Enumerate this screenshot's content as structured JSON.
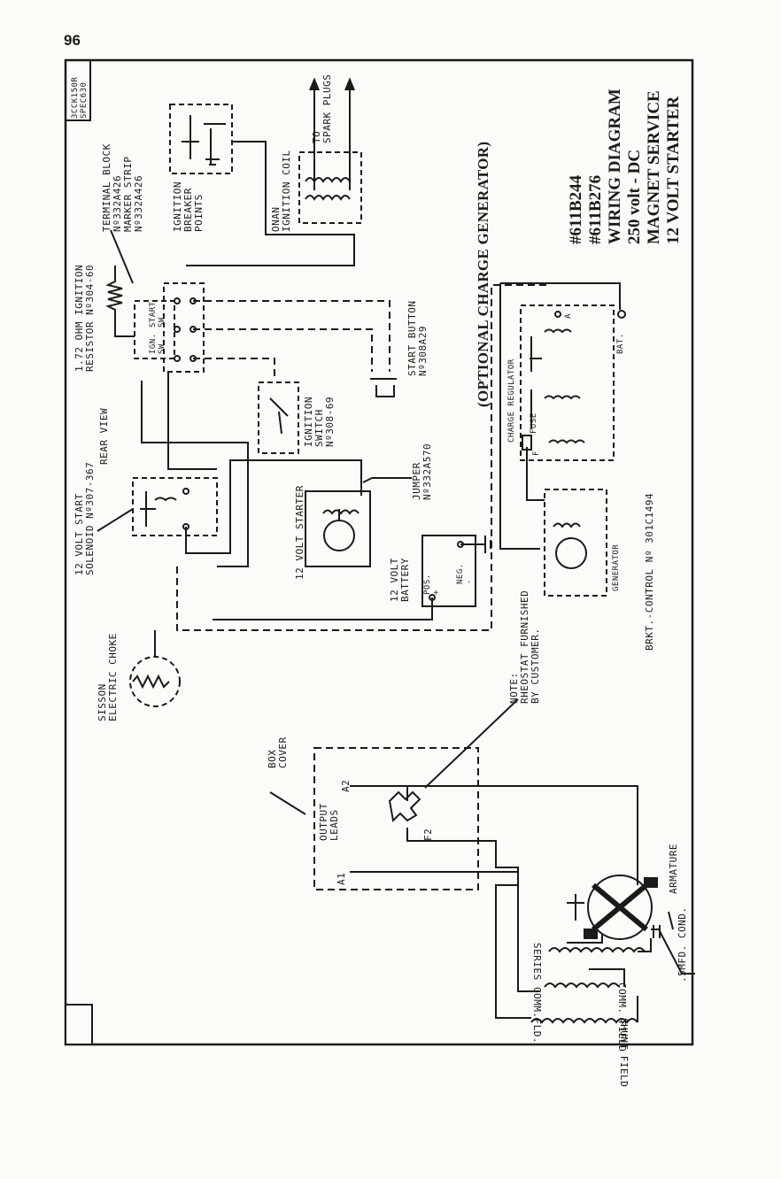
{
  "page": {
    "number": "96"
  },
  "title_block": {
    "lines": [
      "#611B244",
      "#611B276",
      "WIRING DIAGRAM",
      "250 volt - DC",
      "MAGNET SERVICE",
      "12 VOLT STARTER"
    ]
  },
  "optional_heading": "(OPTIONAL CHARGE GENERATOR)",
  "corner_code": [
    "3CCK150R",
    "SPEC630"
  ],
  "labels": {
    "terminal_block": [
      "TERMINAL BLOCK",
      "Nº332A426",
      "MARKER STRIP",
      "Nº332A426"
    ],
    "ignition_resistor": [
      "1.72 OHM IGNITION",
      "RESISTOR Nº304-60"
    ],
    "ignition_breaker": [
      "IGNITION",
      "BREAKER",
      "POINTS"
    ],
    "ignition_coil": [
      "ONAN",
      "IGNITION COIL"
    ],
    "spark_plugs": [
      "TO",
      "SPARK PLUGS"
    ],
    "rear_view": "REAR VIEW",
    "solenoid": [
      "12 VOLT START",
      "SOLENOID Nº307-367"
    ],
    "ign_sw": [
      "IGN.",
      "SW."
    ],
    "start_sw": [
      "START",
      "SW."
    ],
    "start_button": [
      "START BUTTON",
      "Nº308A29"
    ],
    "ignition_switch": [
      "IGNITION",
      "SWITCH",
      "Nº308-69"
    ],
    "jumper": [
      "JUMPER",
      "Nº332A570"
    ],
    "starter": "12 VOLT STARTER",
    "battery": [
      "12 VOLT",
      "BATTERY"
    ],
    "battery_pos": [
      "POS.",
      "+"
    ],
    "battery_neg": [
      "NEG.",
      "-"
    ],
    "choke": [
      "SISSON",
      "ELECTRIC CHOKE"
    ],
    "charge_regulator": "CHARGE REGULATOR",
    "fuse": "FUSE",
    "reg_a": "A",
    "reg_f": "F",
    "reg_bat": "BAT.",
    "generator": "GENERATOR",
    "bracket": "BRKT.-CONTROL Nº 301C1494",
    "note": [
      "NOTE:",
      "RHEOSTAT FURNISHED",
      "BY CUSTOMER."
    ],
    "box_cover": [
      "BOX",
      "COVER"
    ],
    "output_leads": [
      "OUTPUT",
      "LEADS"
    ],
    "a1": "A1",
    "a2": "A2",
    "f2": "F2",
    "armature": "ARMATURE",
    "condenser": ".5MFD. COND.",
    "series_field": "SERIES COMM.FLD.",
    "comm_field": "COMM. FIELD",
    "shunt_field": "SHUNT FIELD"
  },
  "colors": {
    "ink": "#1a1a1a",
    "paper": "#fbfbf8"
  }
}
